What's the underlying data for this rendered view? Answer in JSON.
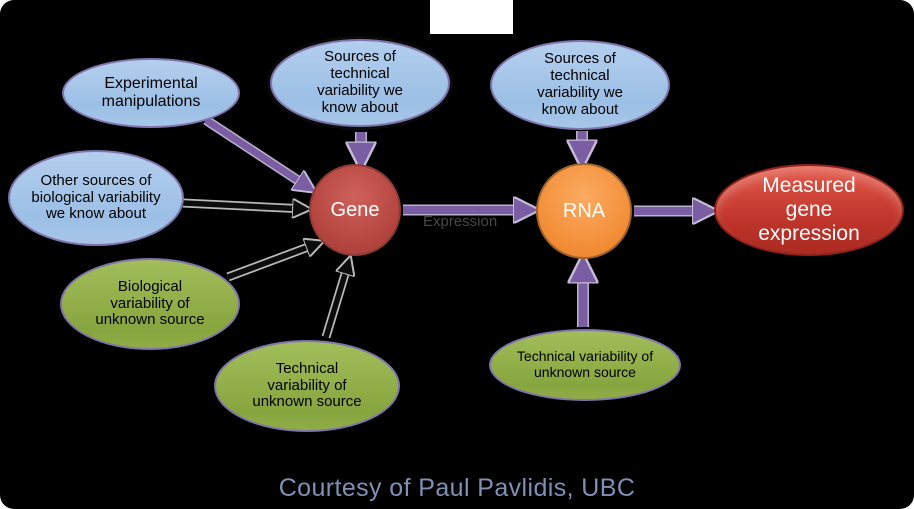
{
  "slide": {
    "caption": "Courtesy of Paul Pavlidis, UBC",
    "edge_label": "Expression",
    "nodes": {
      "experimental_manipulations": "Experimental manipulations",
      "sources_technical_known_center": "Sources of technical variability we know about",
      "sources_technical_known_right": "Sources of technical variability we know about",
      "other_biological_known": "Other sources of biological variability we know about",
      "biological_unknown": "Biological variability of unknown source",
      "technical_unknown_center": "Technical variability of unknown source",
      "technical_unknown_right": "Technical variability of unknown source",
      "gene": "Gene",
      "rna": "RNA",
      "measured_gene_expression": "Measured gene expression"
    },
    "colors": {
      "background": "#000000",
      "blue_node_fill": "#a5c5e9",
      "green_node_fill": "#93b24a",
      "gene_fill": "#b4453f",
      "rna_fill": "#f28c35",
      "measured_fill": "#c0352b",
      "node_border_purple": "#7f74ab",
      "arrow_purple": "#7a5da2",
      "caption_color": "#8090b5"
    }
  }
}
